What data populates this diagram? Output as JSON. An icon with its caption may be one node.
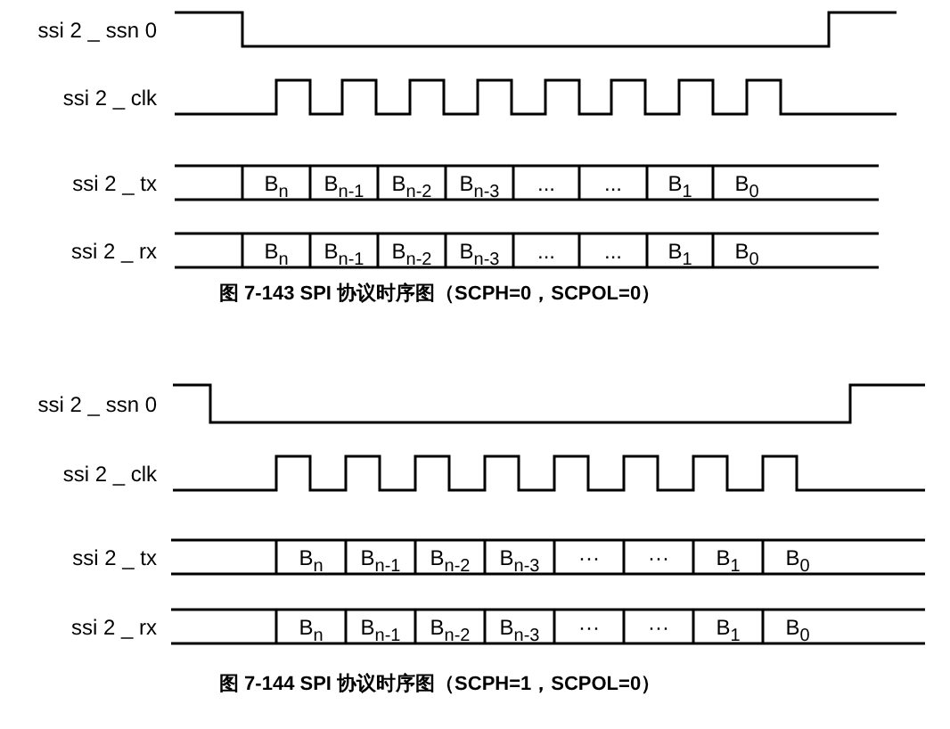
{
  "diagram": {
    "labels": [
      "ssi 2 _ ssn 0",
      "ssi 2 _ clk",
      "ssi 2 _ tx",
      "B$_{n}$",
      "B$_{n-1}$",
      "B$_{n-2}$",
      "B$_{n-3}$",
      "...",
      "...",
      "B$_{1}$",
      "B$_{0}$",
      "ssi 2 _ rx",
      "B$_{n}$",
      "B$_{n-1}$",
      "B$_{n-2}$",
      "B$_{n-3}$",
      "...",
      "...",
      "B$_{1}$",
      "B$_{0}$",
      "图 7-143 SPI 协议时序图（SCPH=0，SCPOL=0）",
      "ssi 2 _ ssn 0",
      "ssi 2 _ clk",
      "ssi 2 _ tx",
      "B$_{n}$",
      "B$_{n-1}$",
      "B$_{n-2}$",
      "B$_{n-3}$",
      "···",
      "···",
      "B$_{1}$",
      "B$_{0}$",
      "ssi 2 _ rx",
      "B$_{n}$",
      "B$_{n-1}$",
      "B$_{n-2}$",
      "B$_{n-3}$",
      "···",
      "···",
      "B$_{1}$",
      "B$_{0}$",
      "图 7-144 SPI 协议时序图（SCPH=1，SCPOL=0）"
    ]
  }
}
